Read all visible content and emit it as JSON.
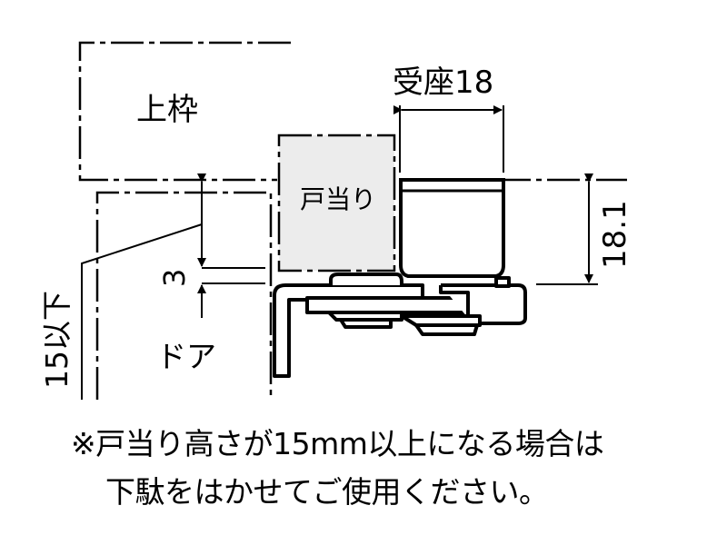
{
  "diagram": {
    "labels": {
      "upper_frame": "上枠",
      "door_stop": "戸当り",
      "door": "ドア",
      "receiver_width": "受座18",
      "height_dim": "18.1",
      "gap_dim": "3",
      "max_stop_height": "15以下"
    },
    "colors": {
      "line": "#000000",
      "door_stop_fill": "#ececec",
      "background": "#ffffff"
    }
  },
  "note": {
    "line1": "※戸当り高さが15mm以上になる場合は",
    "line2": "下駄をはかせてご使用ください。"
  }
}
